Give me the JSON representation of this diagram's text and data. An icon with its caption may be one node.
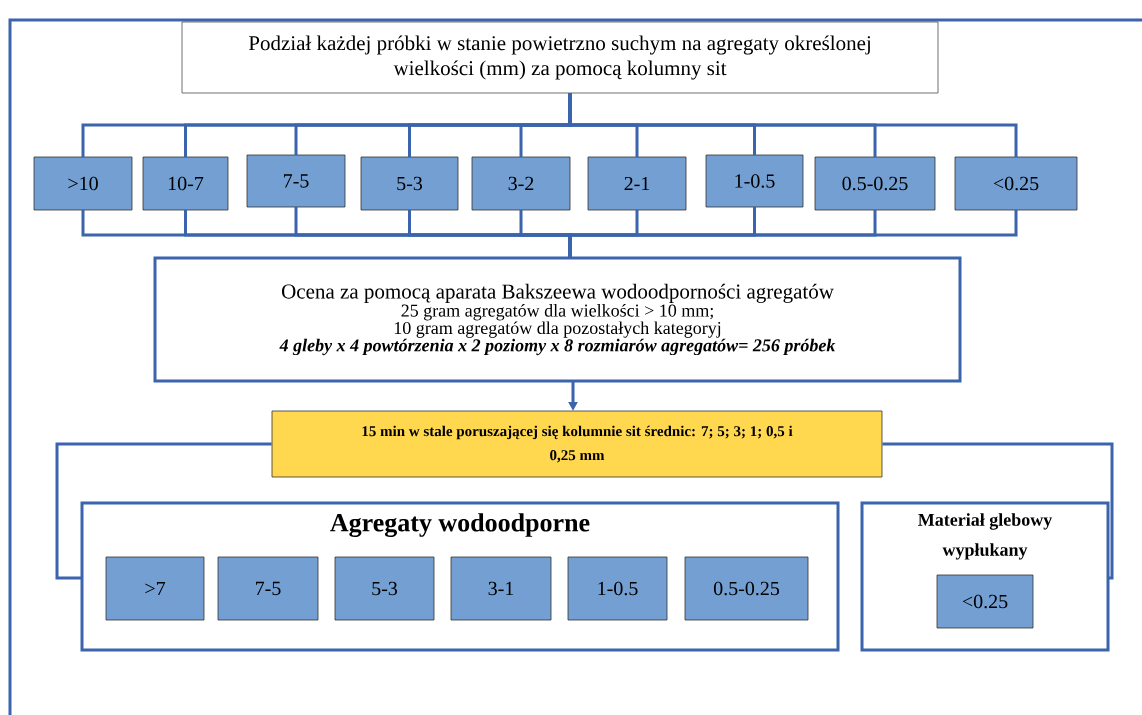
{
  "diagram": {
    "nodes": [
      {
        "text": [
          "Podział każdej próbki w stanie powietrzno suchym na agregaty określonej wielkości (mm) za pomocą kolumny sit"
        ]
      },
      {
        "text": [
          ">10"
        ]
      },
      {
        "text": [
          "10-7"
        ]
      },
      {
        "text": [
          "7-5"
        ]
      },
      {
        "text": [
          "5-3"
        ]
      },
      {
        "text": [
          "3-2"
        ]
      },
      {
        "text": [
          "2-1"
        ]
      },
      {
        "text": [
          "1-0.5"
        ]
      },
      {
        "text": [
          "0.5-0.25"
        ]
      },
      {
        "text": [
          "<0.25"
        ]
      },
      {
        "text": [
          "Ocena za pomocą aparata Bakszeewa wodoodporności agregatów",
          "25 gram agregatów dla wielkości > 10 mm;",
          "10 gram agregatów dla pozostałych kategoryj",
          "4 gleby x 4 powtórzenia x 2 poziomy x 8 rozmiarów agregatów= 256 próbek"
        ]
      },
      {
        "text": [
          "15 min w stale poruszającej się kolumnie sit średnic: 7; 5; 3; 1; 0,5 i 0,25 mm"
        ]
      },
      {
        "text": [
          "Agregaty wodoodporne"
        ]
      },
      {
        "text": [
          ">7"
        ],
        "in": 12
      },
      {
        "text": [
          "7-5"
        ],
        "in": 12
      },
      {
        "text": [
          "5-3"
        ],
        "in": 12
      },
      {
        "text": [
          "3-1"
        ],
        "in": 12
      },
      {
        "text": [
          "1-0.5"
        ],
        "in": 12
      },
      {
        "text": [
          "0.5-0.25"
        ],
        "in": 12
      },
      {
        "text": [
          "Materiał glebowy wypłukany"
        ]
      },
      {
        "text": [
          "<0.25"
        ],
        "in": 19
      }
    ],
    "edges": [
      {
        "from": 0,
        "to": 1,
        "arrow": "none"
      },
      {
        "from": 0,
        "to": 2,
        "arrow": "none"
      },
      {
        "from": 0,
        "to": 3,
        "arrow": "none"
      },
      {
        "from": 0,
        "to": 4,
        "arrow": "none"
      },
      {
        "from": 0,
        "to": 5,
        "arrow": "none"
      },
      {
        "from": 0,
        "to": 6,
        "arrow": "none"
      },
      {
        "from": 0,
        "to": 7,
        "arrow": "none"
      },
      {
        "from": 0,
        "to": 8,
        "arrow": "none"
      },
      {
        "from": 0,
        "to": 9,
        "arrow": "none"
      },
      {
        "from": 1,
        "to": 10,
        "arrow": "none"
      },
      {
        "from": 2,
        "to": 10,
        "arrow": "none"
      },
      {
        "from": 3,
        "to": 10,
        "arrow": "none"
      },
      {
        "from": 4,
        "to": 10,
        "arrow": "none"
      },
      {
        "from": 5,
        "to": 10,
        "arrow": "none"
      },
      {
        "from": 6,
        "to": 10,
        "arrow": "none"
      },
      {
        "from": 7,
        "to": 10,
        "arrow": "none"
      },
      {
        "from": 8,
        "to": 10,
        "arrow": "none"
      },
      {
        "from": 9,
        "to": 10,
        "arrow": "none"
      },
      {
        "from": 10,
        "to": 11,
        "arrow": "to"
      },
      {
        "from": 11,
        "to": 12,
        "arrow": "none"
      },
      {
        "from": 11,
        "to": 19,
        "arrow": "none"
      }
    ]
  }
}
